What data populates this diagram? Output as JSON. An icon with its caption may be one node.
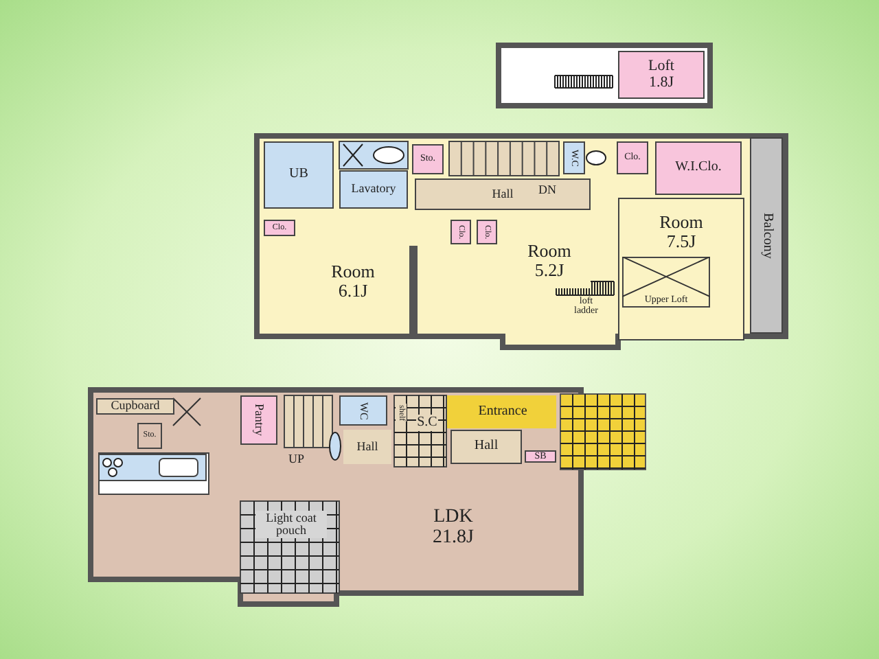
{
  "diagram": {
    "nodes": [
      {
        "text": [
          "Loft 1.8J"
        ]
      },
      {
        "text": [
          "UB"
        ]
      },
      {
        "text": [
          "Lavatory"
        ]
      },
      {
        "text": [
          "Sto."
        ]
      },
      {
        "text": [
          "Hall"
        ]
      },
      {
        "text": [
          "W.C"
        ]
      },
      {
        "text": [
          "Clo."
        ]
      },
      {
        "text": [
          "W.I.Clo."
        ]
      },
      {
        "text": [
          "Balcony"
        ]
      },
      {
        "text": [
          "Clo."
        ]
      },
      {
        "text": [
          "Room 6.1J"
        ]
      },
      {
        "text": [
          "Clo."
        ]
      },
      {
        "text": [
          "Clo."
        ]
      },
      {
        "text": [
          "Room 5.2J"
        ]
      },
      {
        "text": [
          "Room 7.5J"
        ]
      },
      {
        "text": [
          "Upper Loft"
        ],
        "in": 14
      },
      {
        "text": [
          "Cupboard"
        ]
      },
      {
        "text": [
          "Sto."
        ]
      },
      {
        "text": [
          "Pantry"
        ]
      },
      {
        "text": [
          "WC"
        ]
      },
      {
        "text": [
          "shelf"
        ]
      },
      {
        "text": [
          "S.C"
        ]
      },
      {
        "text": [
          "Entrance"
        ]
      },
      {
        "text": [
          "Hall"
        ]
      },
      {
        "text": [
          "Hall"
        ]
      },
      {
        "text": [
          "SB"
        ]
      },
      {
        "text": [
          "LDK 21.8J"
        ]
      },
      {
        "text": [
          "Light coat pouch"
        ]
      }
    ],
    "labels": [
      "DN",
      "loft ladder",
      "UP"
    ]
  }
}
